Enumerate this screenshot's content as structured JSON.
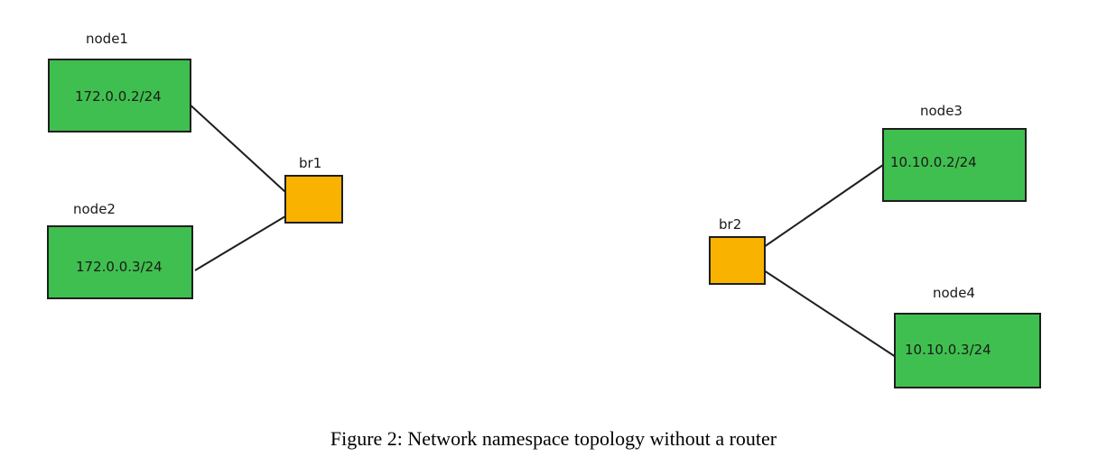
{
  "colors": {
    "node_fill": "#3fbf4f",
    "bridge_fill": "#f9b200",
    "stroke": "#1e1e1e"
  },
  "nodes": [
    {
      "id": "node1",
      "label": "node1",
      "ip": "172.0.0.2/24",
      "bridge": "br1"
    },
    {
      "id": "node2",
      "label": "node2",
      "ip": "172.0.0.3/24",
      "bridge": "br1"
    },
    {
      "id": "node3",
      "label": "node3",
      "ip": "10.10.0.2/24",
      "bridge": "br2"
    },
    {
      "id": "node4",
      "label": "node4",
      "ip": "10.10.0.3/24",
      "bridge": "br2"
    }
  ],
  "bridges": [
    {
      "id": "br1",
      "label": "br1"
    },
    {
      "id": "br2",
      "label": "br2"
    }
  ],
  "caption": "Figure 2: Network namespace topology without a router"
}
